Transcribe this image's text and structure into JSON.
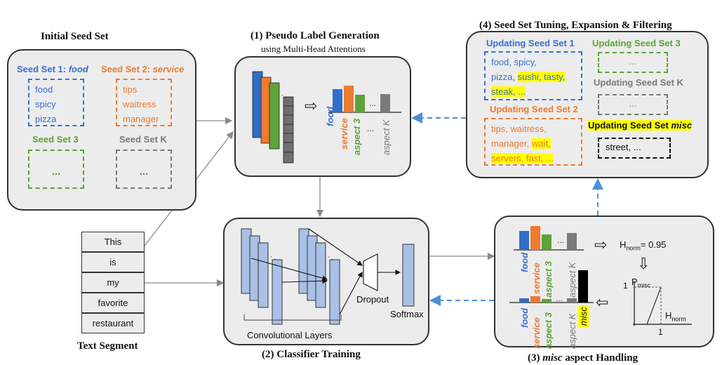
{
  "titles": {
    "initial_seed_set": "Initial Seed Set",
    "pseudo_label": "(1) Pseudo Label Generation",
    "pseudo_label_sub": "using Multi-Head Attentions",
    "tuning": "(4) Seed Set Tuning, Expansion & Filtering",
    "classifier": "(2) Classifier Training",
    "misc_handling_pre": "(3) ",
    "misc_handling_em": "misc",
    "misc_handling_post": " aspect Handling",
    "text_segment": "Text Segment"
  },
  "initial_seeds": {
    "set1_label": "Seed Set 1: ",
    "set1_name": "food",
    "set1_words": [
      "food",
      "spicy",
      "pizza"
    ],
    "set2_label": "Seed Set 2: ",
    "set2_name": "service",
    "set2_words": [
      "tips",
      "waitress",
      "manager"
    ],
    "set3_label": "Seed Set 3",
    "set3_body": "...",
    "setk_label": "Seed Set K",
    "setk_body": "..."
  },
  "text_segment_words": [
    "This",
    "is",
    "my",
    "favorite",
    "restaurant"
  ],
  "pseudo": {
    "arrow": "⇨",
    "ellipsis": "...",
    "labels": [
      "food",
      "service",
      "aspect 3",
      "...",
      "aspect K"
    ]
  },
  "classifier": {
    "dots": "...",
    "conv_label": "Convolutional Layers",
    "dropout": "Dropout",
    "softmax": "Softmax"
  },
  "updating": {
    "set1_title": "Updating Seed Set 1",
    "set1_lines": [
      [
        {
          "t": "food, spicy,",
          "h": false
        }
      ],
      [
        {
          "t": "pizza, ",
          "h": false
        },
        {
          "t": "sushi, tasty,",
          "h": true
        }
      ],
      [
        {
          "t": "steak, ...",
          "h": true
        }
      ]
    ],
    "set2_title": "Updating Seed Set 2",
    "set2_lines": [
      [
        {
          "t": "tips, waitress,",
          "h": false
        }
      ],
      [
        {
          "t": "manager, ",
          "h": false
        },
        {
          "t": "wait,",
          "h": true
        }
      ],
      [
        {
          "t": "servers, fast, ...",
          "h": true
        }
      ]
    ],
    "set3_title": "Updating Seed Set 3",
    "set3_body": "...",
    "setk_title": "Updating Seed Set K",
    "setk_body": "...",
    "misc_title_pre": "Updating Seed Set ",
    "misc_title_em": "misc",
    "misc_body": "street, ..."
  },
  "misc": {
    "arrow": "⇨",
    "arrow_down": "⇩",
    "arrow_left": "⇦",
    "hnorm_pre": "H",
    "hnorm_sub": "norm",
    "hnorm_post": "= 0.95",
    "top_labels": [
      "food",
      "service",
      "aspect 3",
      "...",
      "aspect K"
    ],
    "bottom_labels": [
      "food",
      "service",
      "aspect 3",
      "...",
      "aspect K",
      "misc"
    ],
    "ellipsis": "...",
    "graph_y_tick": "1",
    "graph_x_tick": "1",
    "graph_y_label": "P",
    "graph_y_sub": "misc",
    "graph_x_label": "H",
    "graph_x_sub": "norm"
  },
  "colors": {
    "blue": "#3a6fd0",
    "orange": "#ee7b30",
    "green": "#5da33a",
    "gray": "#7a7a7a",
    "highlight": "#ffff00",
    "panel": "#ececec",
    "connector_dashed": "#4a90d9"
  }
}
